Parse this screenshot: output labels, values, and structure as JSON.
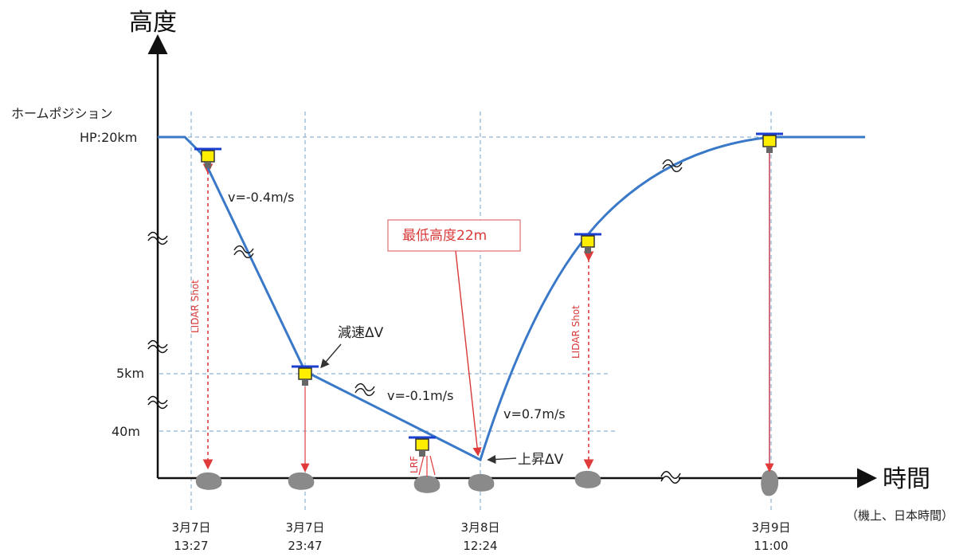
{
  "axes": {
    "y_title": "高度",
    "x_title": "時間",
    "time_note": "（機上、日本時間）"
  },
  "y_labels": {
    "home_position": "ホームポジション",
    "hp": "HP:20km",
    "five_km": "5km",
    "forty_m": "40m"
  },
  "time_ticks": [
    {
      "date": "3月7日",
      "time": "13:27"
    },
    {
      "date": "3月7日",
      "time": "23:47"
    },
    {
      "date": "3月8日",
      "time": "12:24"
    },
    {
      "date": "3月9日",
      "time": "11:00"
    }
  ],
  "annotations": {
    "v1": "v=-0.4m/s",
    "v2": "v=-0.1m/s",
    "v3": "v=0.7m/s",
    "decel": "減速ΔV",
    "ascent": "上昇ΔV",
    "min_alt": "最低高度22m",
    "lidar_shot": "LIDAR Shot",
    "lrf": "LRF"
  },
  "colors": {
    "trajectory": "#3a78c8",
    "dashed_grid": "#7aa2c8",
    "lidar_beam": "#e03a3a",
    "spacecraft_body": "#ffee00",
    "asteroid": "#8a8a8a"
  }
}
